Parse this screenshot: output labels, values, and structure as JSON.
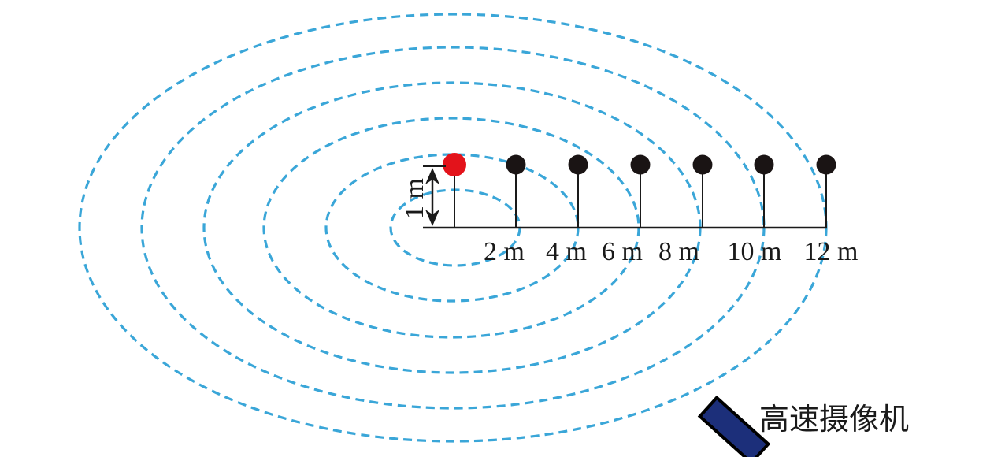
{
  "colors": {
    "wave": "#3aa6d8",
    "source_marker": "#e3131b",
    "sensor_marker": "#1a1414",
    "line": "#1a1a1a",
    "camera_fill": "#1c2f7a",
    "camera_stroke": "#000000"
  },
  "height_label": "1 m",
  "distance_labels": [
    "2 m",
    "4 m",
    "6 m",
    "8 m",
    "10 m",
    "12 m"
  ],
  "camera": {
    "label": "高速摄像机",
    "icon": "camera-icon"
  }
}
